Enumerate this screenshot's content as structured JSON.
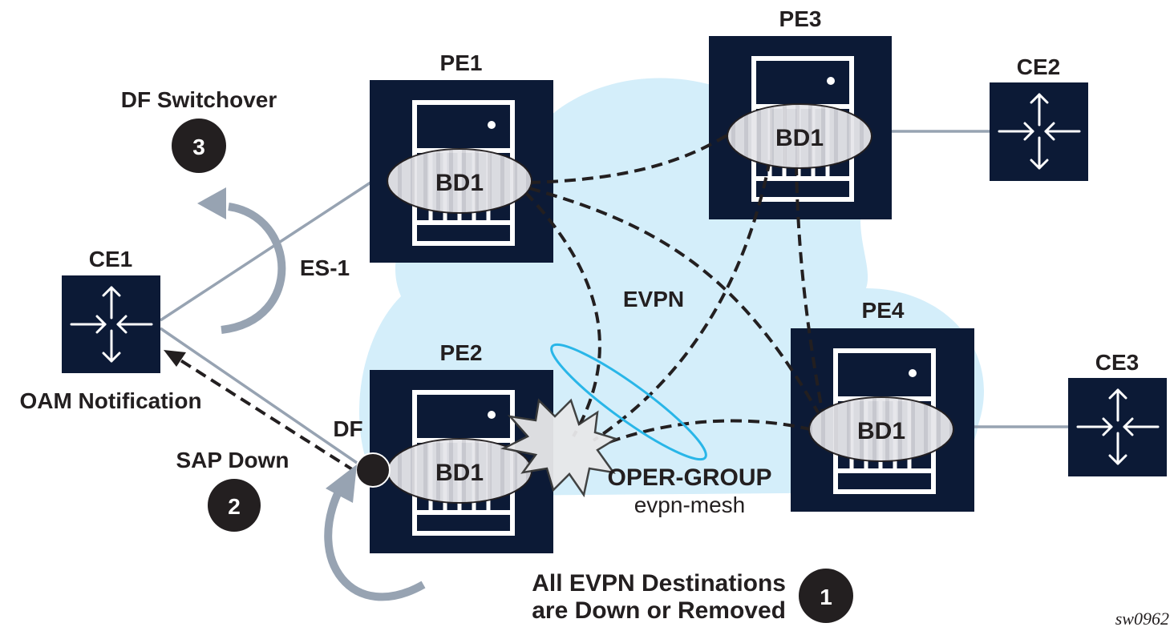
{
  "colors": {
    "node_fill": "#0c1a36",
    "cloud_fill": "#d4eefa",
    "link_gray": "#97a3b2",
    "dash_black": "#231f20",
    "oper_group_ring": "#29b6e8",
    "bd_fill": "#e6e6ea",
    "badge_fill": "#231f20"
  },
  "nodes": {
    "pe1": {
      "label": "PE1",
      "bd": "BD1"
    },
    "pe2": {
      "label": "PE2",
      "bd": "BD1"
    },
    "pe3": {
      "label": "PE3",
      "bd": "BD1"
    },
    "pe4": {
      "label": "PE4",
      "bd": "BD1"
    },
    "ce1": {
      "label": "CE1"
    },
    "ce2": {
      "label": "CE2"
    },
    "ce3": {
      "label": "CE3"
    }
  },
  "labels": {
    "evpn": "EVPN",
    "es": "ES-1",
    "df": "DF",
    "oper_group": "OPER-GROUP",
    "oper_group_name": "evpn-mesh",
    "oam_notification": "OAM Notification",
    "figure_id": "sw0962"
  },
  "steps": [
    {
      "number": "1",
      "line1": "All EVPN Destinations",
      "line2": "are Down or Removed"
    },
    {
      "number": "2",
      "line1": "SAP Down"
    },
    {
      "number": "3",
      "line1": "DF Switchover"
    }
  ],
  "links": [
    {
      "from": "CE1",
      "to": "PE1",
      "type": "access"
    },
    {
      "from": "CE1",
      "to": "PE2",
      "type": "access"
    },
    {
      "from": "PE3",
      "to": "CE2",
      "type": "access"
    },
    {
      "from": "PE4",
      "to": "CE3",
      "type": "access"
    },
    {
      "from": "PE1",
      "to": "PE3",
      "type": "evpn"
    },
    {
      "from": "PE1",
      "to": "PE4",
      "type": "evpn"
    },
    {
      "from": "PE1",
      "to": "PE2",
      "type": "evpn"
    },
    {
      "from": "PE3",
      "to": "PE2",
      "type": "evpn"
    },
    {
      "from": "PE3",
      "to": "PE4",
      "type": "evpn"
    },
    {
      "from": "PE2",
      "to": "PE4",
      "type": "evpn"
    }
  ]
}
